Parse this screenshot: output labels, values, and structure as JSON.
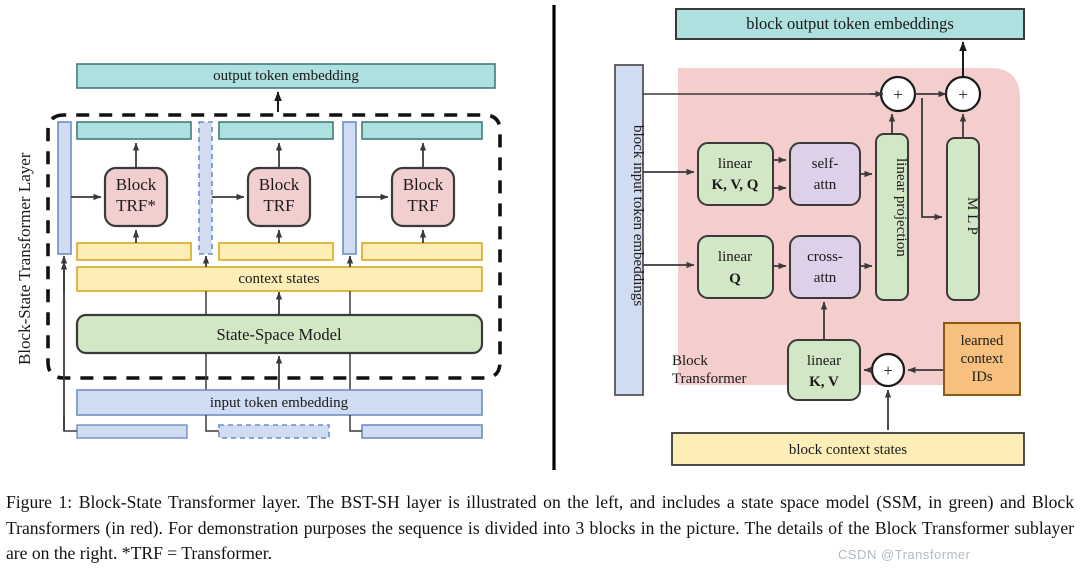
{
  "figure": {
    "caption_label": "Figure 1:",
    "caption_text": "Figure 1: Block-State Transformer layer. The BST-SH layer is illustrated on the left, and includes a state space model (SSM, in green) and Block Transformers (in red). For demonstration purposes the sequence is divided into 3 blocks in the picture. The details of the Block Transformer sublayer are on the right. *TRF = Transformer.",
    "watermark": "CSDN @Transformer"
  },
  "colors": {
    "teal": "#ade0de",
    "teal_border": "#3f7d7a",
    "yellow": "#fdeeb8",
    "yellow_border": "#d8a81e",
    "blue": "#cfdcf2",
    "blue_border": "#6f8fc4",
    "green": "#d2e7c6",
    "green_border": "#3a3a3a",
    "pink": "#f2cfcf",
    "pink_border": "#3a3a3a",
    "pink_region": "#f4cdcd",
    "purple": "#ddd0e8",
    "purple_border": "#3a3a3a",
    "orange": "#f7c07e",
    "orange_border": "#8a5a12",
    "stroke": "#3a3a3a",
    "divider": "#000000"
  },
  "left_panel": {
    "side_label": "Block-State Transformer Layer",
    "output_embedding": "output token embedding",
    "context_states": "context states",
    "ssm": "State-Space Model",
    "input_embedding": "input token embedding",
    "blocks": [
      {
        "label_line1": "Block",
        "label_line2": "TRF*"
      },
      {
        "label_line1": "Block",
        "label_line2": "TRF"
      },
      {
        "label_line1": "Block",
        "label_line2": "TRF"
      }
    ]
  },
  "right_panel": {
    "block_output": "block output token embeddings",
    "block_input": "block input token embeddings",
    "block_transformer_line1": "Block",
    "block_transformer_line2": "Transformer",
    "block_context_states": "block context states",
    "nodes": {
      "linear_kvq_line1": "linear",
      "linear_kvq_line2": "K, V, Q",
      "self_attn_line1": "self-",
      "self_attn_line2": "attn",
      "linear_q_line1": "linear",
      "linear_q_line2": "Q",
      "cross_attn_line1": "cross-",
      "cross_attn_line2": "attn",
      "linear_kv_line1": "linear",
      "linear_kv_line2": "K, V",
      "linear_projection": "linear projection",
      "mlp": "M L P",
      "learned_ids_line1": "learned",
      "learned_ids_line2": "context",
      "learned_ids_line3": "IDs",
      "adder": "+"
    }
  }
}
